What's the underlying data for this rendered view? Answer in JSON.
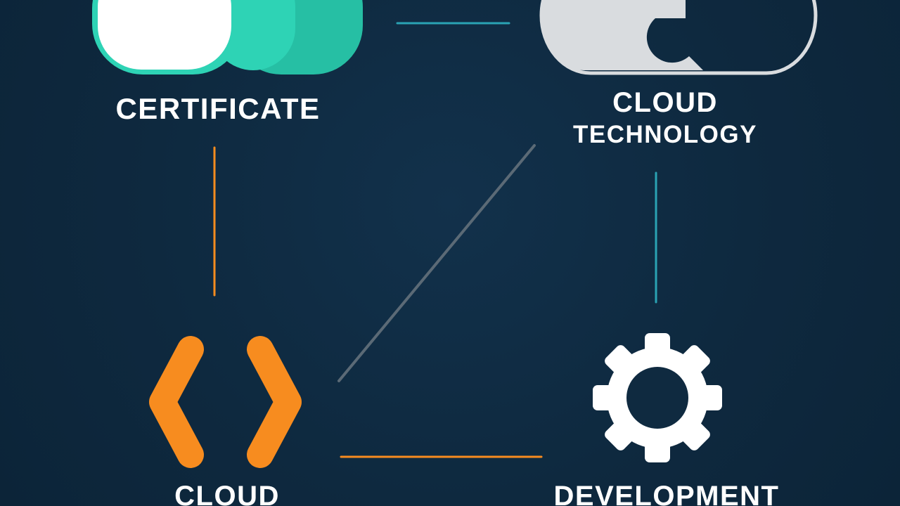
{
  "diagram": {
    "nodes": [
      {
        "id": "certificate",
        "label": "CERTIFICATE",
        "icon": "cloud-icon",
        "color": "#2ed3b5"
      },
      {
        "id": "cloud-technology",
        "label_line1": "CLOUD",
        "label_line2": "TECHNOLOGY",
        "icon": "cloud-icon",
        "color": "#d9dcdf"
      },
      {
        "id": "cloud",
        "label": "CLOUD",
        "icon": "code-brackets-icon",
        "color": "#f78c1f"
      },
      {
        "id": "development",
        "label": "DEVELOPMENT",
        "icon": "gear-icon",
        "color": "#ffffff"
      }
    ],
    "edges": [
      {
        "from": "certificate",
        "to": "cloud-technology",
        "color": "#2aa3b4"
      },
      {
        "from": "certificate",
        "to": "cloud",
        "color": "#f78c1f"
      },
      {
        "from": "cloud-technology",
        "to": "development",
        "color": "#2aa3b4"
      },
      {
        "from": "cloud",
        "to": "development",
        "color": "#f78c1f"
      },
      {
        "from": "cloud",
        "to": "cloud-technology",
        "color": "#5b6a76"
      }
    ]
  },
  "colors": {
    "background": "#0f2a40",
    "teal": "#2ed3b5",
    "orange": "#f78c1f",
    "gray_line": "#5b6a76",
    "light_gray": "#d9dcdf",
    "white": "#ffffff"
  }
}
